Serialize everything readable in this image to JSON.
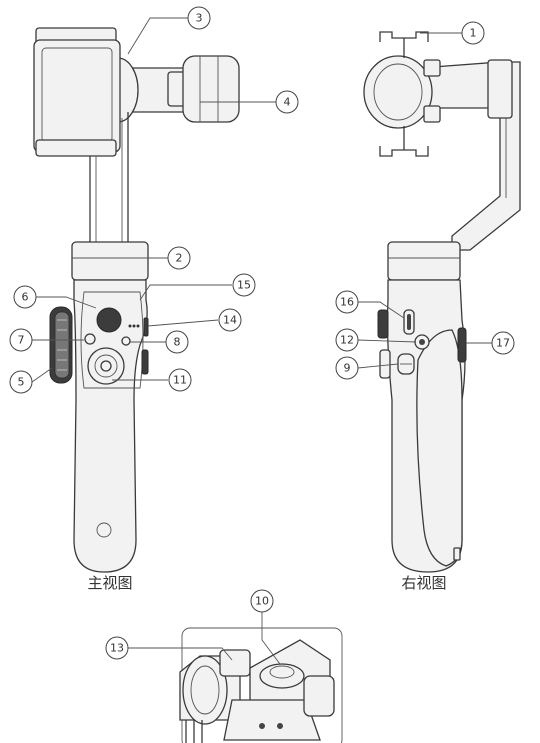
{
  "captions": {
    "front_view": "主视图",
    "right_view": "右视图"
  },
  "callouts": {
    "c1": "1",
    "c2": "2",
    "c3": "3",
    "c4": "4",
    "c5": "5",
    "c6": "6",
    "c7": "7",
    "c8": "8",
    "c9": "9",
    "c10": "10",
    "c11": "11",
    "c12": "12",
    "c13": "13",
    "c14": "14",
    "c15": "15",
    "c16": "16",
    "c17": "17"
  }
}
